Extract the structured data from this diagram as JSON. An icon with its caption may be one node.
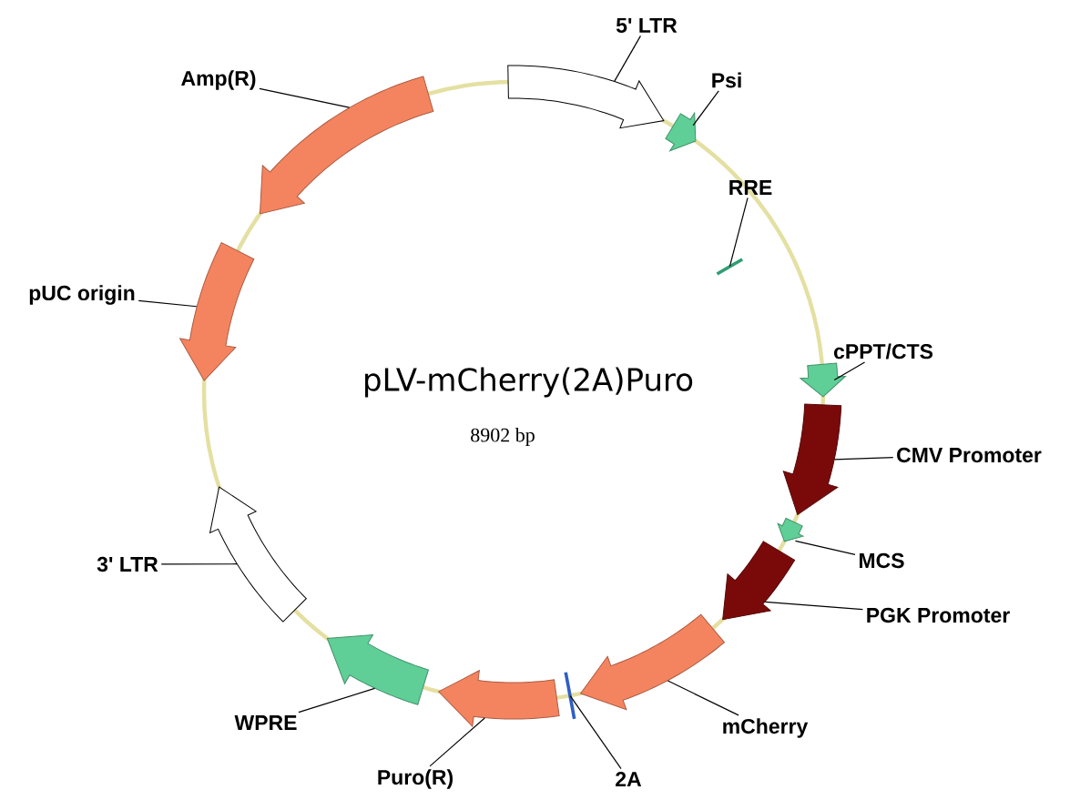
{
  "diagram": {
    "title": "pLV-mCherry(2A)Puro",
    "nodes": [
      {
        "text": [
          "5' LTR"
        ]
      },
      {
        "text": [],
        "shape": "arrow"
      },
      {
        "text": [
          "Psi"
        ]
      },
      {
        "text": [],
        "shape": "arrow"
      },
      {
        "text": [
          "RRE"
        ]
      },
      {
        "text": [],
        "shape": "bar"
      },
      {
        "text": [
          "cPPT/CTS"
        ]
      },
      {
        "text": [],
        "shape": "arrow"
      },
      {
        "text": [
          "CMV Promoter"
        ]
      },
      {
        "text": [],
        "shape": "arrow"
      },
      {
        "text": [
          "MCS"
        ]
      },
      {
        "text": [],
        "shape": "arrow"
      },
      {
        "text": [
          "PGK Promoter"
        ]
      },
      {
        "text": [],
        "shape": "arrow"
      },
      {
        "text": [
          "mCherry"
        ]
      },
      {
        "text": [],
        "shape": "arrow"
      },
      {
        "text": [
          "2A"
        ]
      },
      {
        "text": [],
        "shape": "bar"
      },
      {
        "text": [
          "Puro(R)"
        ]
      },
      {
        "text": [],
        "shape": "arrow"
      },
      {
        "text": [
          "WPRE"
        ]
      },
      {
        "text": [],
        "shape": "arrow"
      },
      {
        "text": [
          "3' LTR"
        ]
      },
      {
        "text": [],
        "shape": "arrow"
      },
      {
        "text": [
          "pUC origin"
        ]
      },
      {
        "text": [],
        "shape": "arrow"
      },
      {
        "text": [
          "Amp(R)"
        ]
      },
      {
        "text": [],
        "shape": "arrow"
      }
    ],
    "edges": [
      {
        "from": 0,
        "to": 1,
        "arrow": "none"
      },
      {
        "from": 2,
        "to": 3,
        "arrow": "none"
      },
      {
        "from": 4,
        "to": 5,
        "arrow": "none"
      },
      {
        "from": 6,
        "to": 7,
        "arrow": "none"
      },
      {
        "from": 8,
        "to": 9,
        "arrow": "none"
      },
      {
        "from": 10,
        "to": 11,
        "arrow": "none"
      },
      {
        "from": 12,
        "to": 13,
        "arrow": "none"
      },
      {
        "from": 14,
        "to": 15,
        "arrow": "none"
      },
      {
        "from": 16,
        "to": 17,
        "arrow": "none"
      },
      {
        "from": 18,
        "to": 19,
        "arrow": "none"
      },
      {
        "from": 20,
        "to": 21,
        "arrow": "none"
      },
      {
        "from": 22,
        "to": 23,
        "arrow": "none"
      },
      {
        "from": 24,
        "to": 25,
        "arrow": "none"
      },
      {
        "from": 26,
        "to": 27,
        "arrow": "none"
      }
    ],
    "labels": [
      "8902 bp"
    ]
  }
}
